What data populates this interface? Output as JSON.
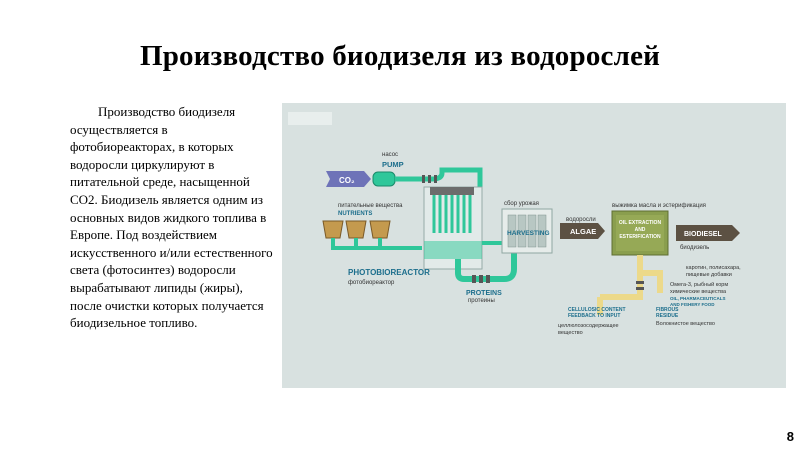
{
  "slide": {
    "title": "Производство биодизеля из водорослей",
    "body": "Производство биодизеля осуществляется в фотобиореакторах, в которых водоросли циркулируют в питательной среде, насыщенной CO2. Биодизель является одним из основных видов жидкого топлива в Европе. Под воздействием искусственного и/или естественного света (фотосинтез) водоросли вырабатывают липиды (жиры), после очистки которых получается биодизельное топливо.",
    "page_number": "8"
  },
  "diagram": {
    "pump_ru": "насос",
    "pump_en": "PUMP",
    "co2": "CO₂",
    "nutrients_ru": "питательные вещества",
    "nutrients_en": "NUTRIENTS",
    "photobioreactor_en": "PHOTOBIOREACTOR",
    "photobioreactor_ru": "фотобиореактор",
    "proteins_en": "PROTEINS",
    "proteins_ru": "протеины",
    "harvesting_ru": "сбор урожая",
    "harvesting_en": "HARVESTING",
    "algae_ru": "водоросли",
    "algae_en": "ALGAE",
    "oil_extraction_ru": "выжимка масла и эстерификация",
    "oil_extraction_en_1": "OIL EXTRACTION",
    "oil_extraction_en_2": "AND",
    "oil_extraction_en_3": "ESTERIFICATION",
    "biodiesel_en": "BIODIESEL",
    "biodiesel_ru": "биодизель",
    "coproducts_ru_1": "каротин, полисахара,",
    "coproducts_ru_2": "пищевые добавки",
    "omega_ru_1": "Омега-3, рыбный корм",
    "omega_ru_2": "химические вещества",
    "omega_en_1": "OIL, PHARMACEUTICALS",
    "omega_en_2": "AND FISHERY FOOD",
    "cellulosic_en_1": "CELLULOSIC CONTENT",
    "cellulosic_en_2": "FEEDBACK TO INPUT",
    "cellulosic_ru_1": "целлюлозосодержащее",
    "cellulosic_ru_2": "вещество",
    "fibrous_en_1": "FIBROUS",
    "fibrous_en_2": "RESIDUE",
    "fibrous_ru": "Волокнистое вещество",
    "colors": {
      "background": "#d8e1e0",
      "pipe": "#2fc79a",
      "arrow": "#5c5143",
      "co2_arrow": "#6e73b8",
      "yellow_pipe": "#ecd98a"
    }
  }
}
